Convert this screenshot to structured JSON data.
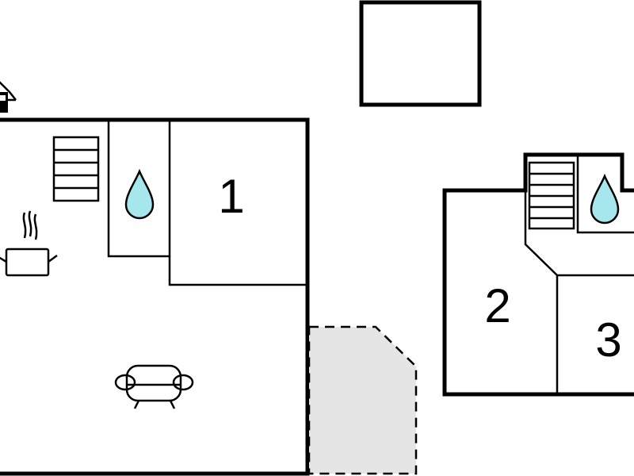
{
  "floorplan": {
    "rooms": [
      {
        "id": "room-1",
        "label": "1"
      },
      {
        "id": "room-2",
        "label": "2"
      },
      {
        "id": "room-3",
        "label": "3"
      }
    ],
    "icons": [
      "house-icon",
      "stairs-icon",
      "water-drop-icon",
      "cooking-pot-icon",
      "sofa-icon"
    ],
    "colors": {
      "wall": "#000000",
      "water": "#a6e7ee",
      "terrace": "#e5e5e5",
      "background": "#ffffff"
    }
  }
}
